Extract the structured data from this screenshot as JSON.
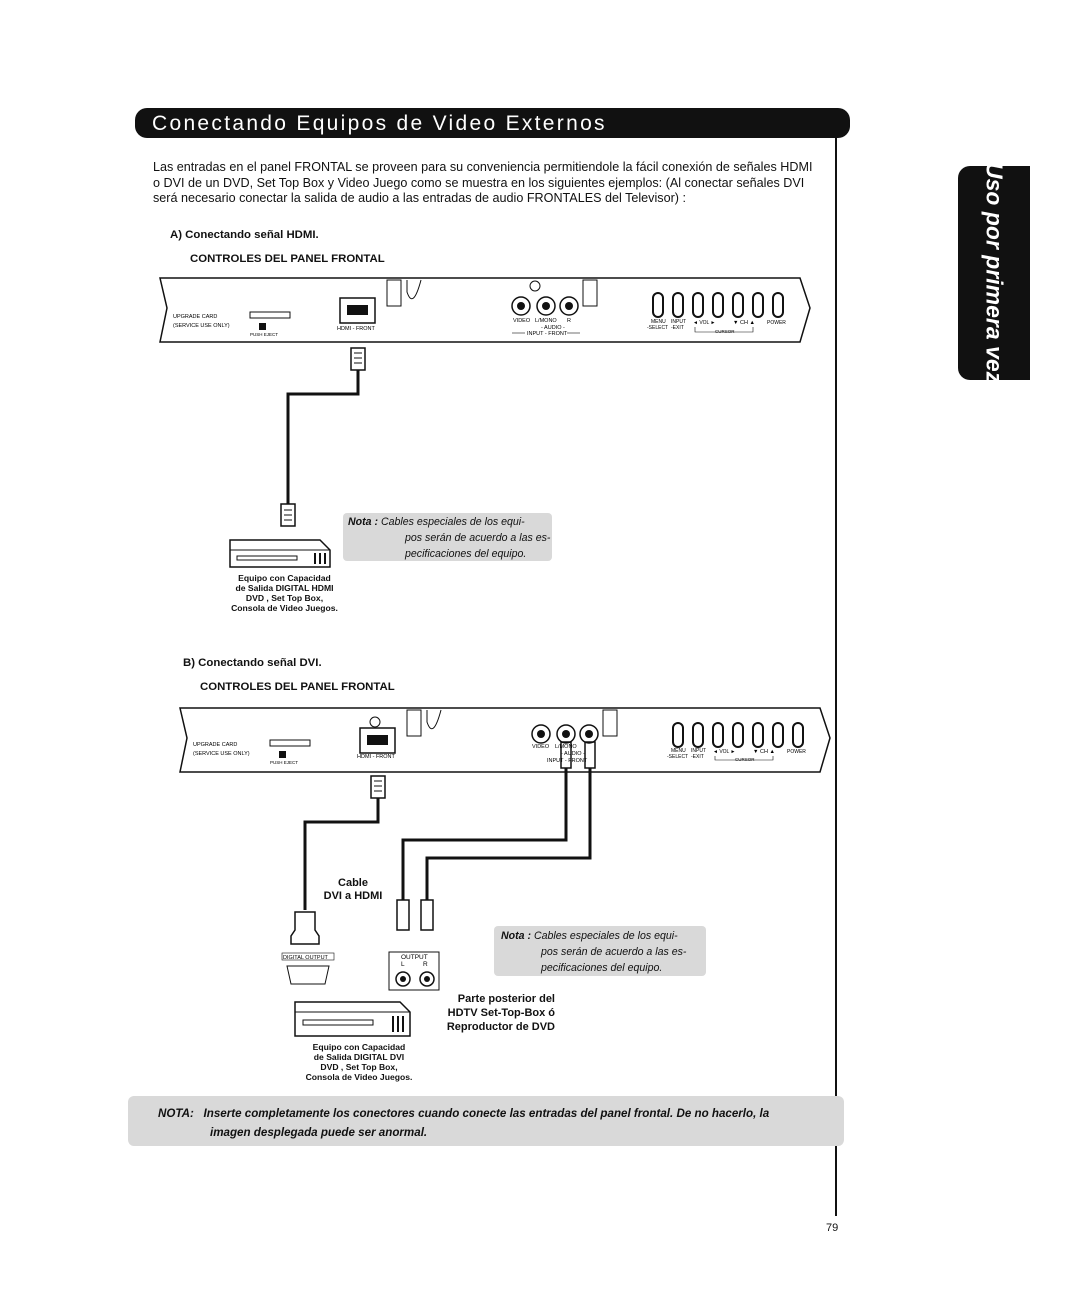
{
  "header": {
    "title": "Conectando Equipos de Video Externos",
    "side_tab": "Uso por primera vez"
  },
  "intro": "Las entradas en el panel FRONTAL se proveen para su conveniencia permitiendole la fácil conexión de señales HDMI o DVI de un DVD, Set Top Box y Video Juego como se muestra en los siguientes ejemplos: (Al conectar señales DVI será necesario conectar la salida de audio a las entradas de audio FRONTALES del Televisor) :",
  "section_a": {
    "heading": "A) Conectando señal HDMI.",
    "panel_heading": "CONTROLES DEL PANEL  FRONTAL",
    "nota_label": "Nota :",
    "nota_lines": [
      "Cables especiales de los equi-",
      "pos serán de acuerdo a las es-",
      "pecificaciones del equipo."
    ],
    "device_caption": [
      "Equipo con Capacidad",
      "de Salida DIGITAL HDMI",
      "DVD , Set Top Box,",
      "Consola de Video Juegos."
    ]
  },
  "section_b": {
    "heading": "B) Conectando señal DVI.",
    "panel_heading": "CONTROLES DEL PANEL  FRONTAL",
    "cable_label": [
      "Cable",
      "DVI a HDMI"
    ],
    "digital_output": "DIGITAL OUTPUT",
    "output_label": "OUTPUT",
    "output_l": "L",
    "output_r": "R",
    "nota_label": "Nota :",
    "nota_lines": [
      "Cables especiales de los equi-",
      "pos serán de acuerdo a las es-",
      "pecificaciones del equipo."
    ],
    "rear_caption": [
      "Parte posterior del",
      "HDTV Set-Top-Box ó",
      "Reproductor de DVD"
    ],
    "device_caption": [
      "Equipo con Capacidad",
      "de Salida DIGITAL DVI",
      "DVD , Set Top Box,",
      "Consola de Video Juegos."
    ]
  },
  "panel_labels": {
    "upgrade_card": "UPGRADE CARD",
    "service_use": "(SERVICE USE ONLY)",
    "push_eject": "PUSH EJECT",
    "hdmi_front": "HDMI - FRONT",
    "video": "VIDEO",
    "l_mono": "L/MONO",
    "r": "R",
    "audio": "- AUDIO -",
    "input_front": "INPUT - FRONT",
    "menu": "MENU",
    "select": "-SELECT",
    "input": "INPUT",
    "exit": "-EXIT",
    "vol": "◄ VOL ►",
    "ch": "▼ CH ▲",
    "power": "POWER",
    "cursor": "CURSOR"
  },
  "bottom_nota": {
    "label": "NOTA:",
    "text_line1": "Inserte completamente los conectores cuando conecte las entradas del panel frontal. De no hacerlo, la",
    "text_line2": "imagen desplegada puede ser anormal."
  },
  "page_number": "79"
}
